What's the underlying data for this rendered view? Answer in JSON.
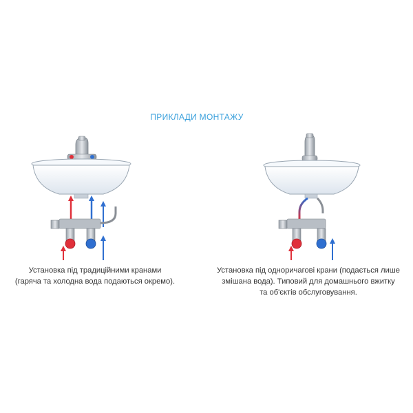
{
  "title": "ПРИКЛАДИ МОНТАЖУ",
  "colors": {
    "title": "#3aa0dc",
    "hot": "#e0303a",
    "cold": "#2f6fd0",
    "basin": "#eef3f8",
    "basin_stroke": "#9aa6b2",
    "pipe_grey": "#8a8f96",
    "caption_text": "#333333"
  },
  "installations": [
    {
      "type": "traditional-taps",
      "caption_lines": [
        "Установка під традиційними кранами",
        "(гаряча та холодна вода подаються окремо)."
      ]
    },
    {
      "type": "single-lever-tap",
      "caption_lines": [
        "Установка під одноричагові крани (подається лише",
        "змішана вода). Типовий для домашнього вжитку",
        "та об'єктів обслуговування."
      ]
    }
  ]
}
